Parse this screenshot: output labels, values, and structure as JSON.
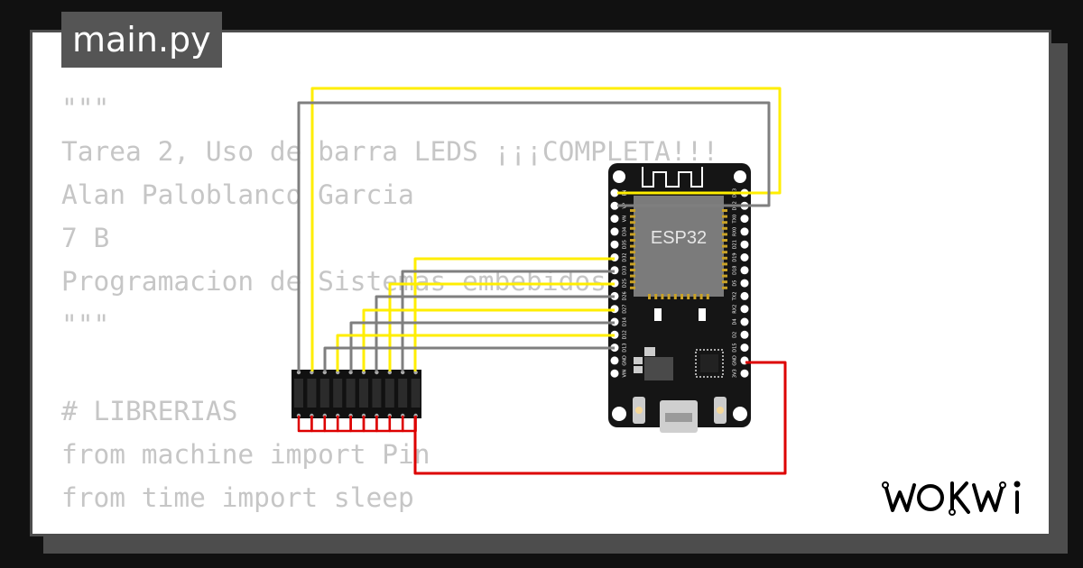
{
  "editor": {
    "filename": "main.py",
    "code_lines": [
      "\"\"\"",
      "Tarea 2, Uso de barra LEDS ¡¡¡COMPLETA!!!",
      "Alan Paloblanco Garcia",
      "7 B",
      "Programacion de Sistemas embebidos",
      "\"\"\"",
      "",
      "# LIBRERIAS",
      "from machine import Pin",
      "from time import sleep"
    ]
  },
  "board": {
    "chip_label": "ESP32",
    "left_pins": [
      "EN",
      "VP",
      "VN",
      "D34",
      "D35",
      "D32",
      "D33",
      "D25",
      "D26",
      "D27",
      "D14",
      "D12",
      "D13",
      "GND",
      "VIN"
    ],
    "right_pins": [
      "D23",
      "D22",
      "TX0",
      "RX0",
      "D21",
      "D19",
      "D18",
      "D5",
      "TX2",
      "RX2",
      "D4",
      "D2",
      "D15",
      "GND",
      "3V3"
    ]
  },
  "wire_colors": {
    "yellow": "#ffee00",
    "gray": "#7f7f7f",
    "red": "#dd0000"
  },
  "brand": {
    "logo_text": "WOKWi"
  }
}
